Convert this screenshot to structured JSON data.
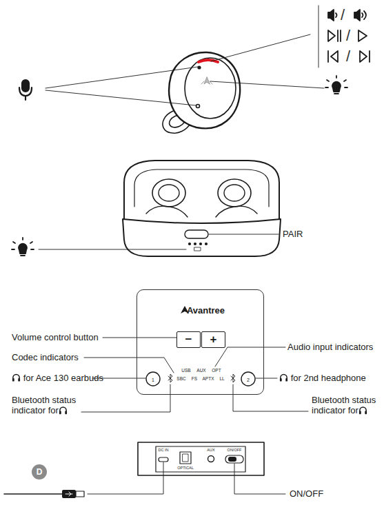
{
  "diagram": {
    "nodes": [
      {
        "text": [
          "Avantree"
        ]
      },
      {
        "text": [
          "−"
        ],
        "in": 0
      },
      {
        "text": [
          "+"
        ],
        "in": 0
      },
      {
        "text": [
          "D"
        ]
      }
    ],
    "labels": [
      "/",
      "/",
      "/",
      "PAIR",
      "Volume control button",
      "Audio input indicators",
      "Codec indicators",
      "USB",
      "AUX",
      "OPT",
      "SBC",
      "FS",
      "APTX",
      "LL",
      "1",
      "2",
      "for Ace 130 earbuds",
      "for 2nd headphone",
      "Bluetooth status indicator for",
      "Bluetooth status indicator for",
      "DC IN",
      "OPTICAL",
      "AUX",
      "ON/OFF",
      "ON/OFF"
    ]
  }
}
